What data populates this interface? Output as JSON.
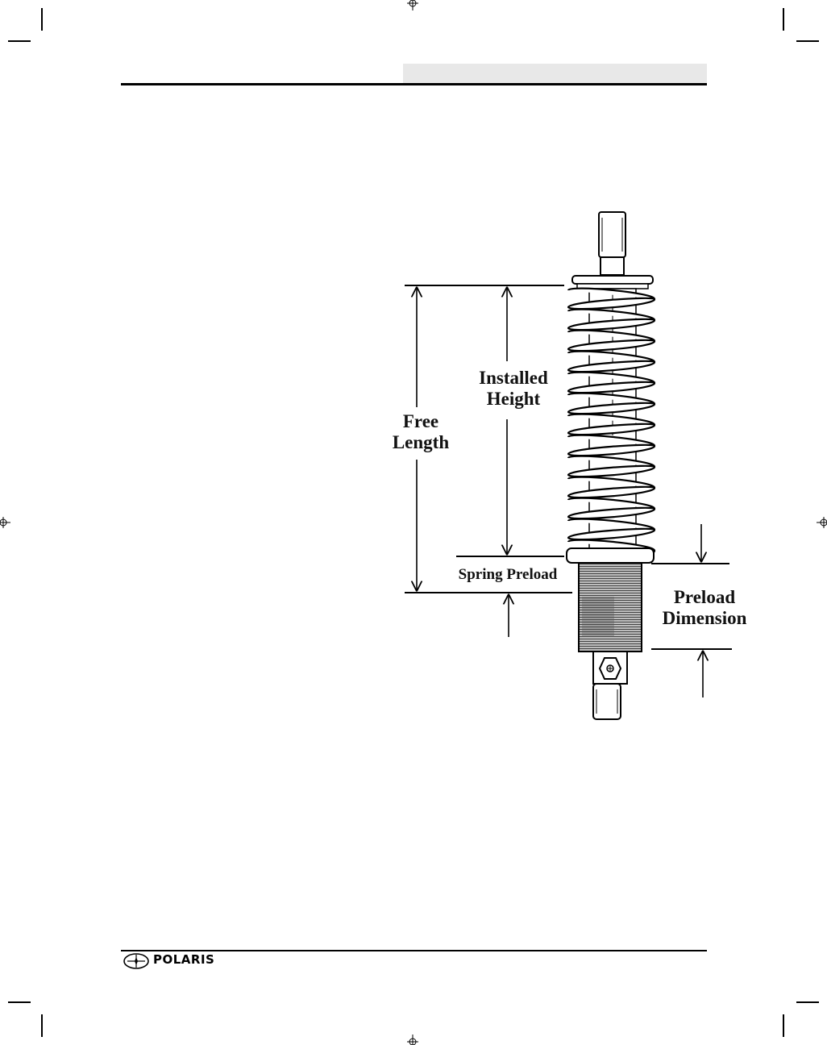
{
  "figure": {
    "labels": {
      "installed_height": "Installed Height",
      "free_length": "Free Length",
      "spring_preload": "Spring Preload",
      "preload_dimension": "Preload Dimension"
    }
  },
  "footer": {
    "brand": "POLARIS",
    "logo_icon": "polaris-star-emblem-icon"
  },
  "colors": {
    "header_tab": "#e8e8e8",
    "rule": "#000000"
  }
}
